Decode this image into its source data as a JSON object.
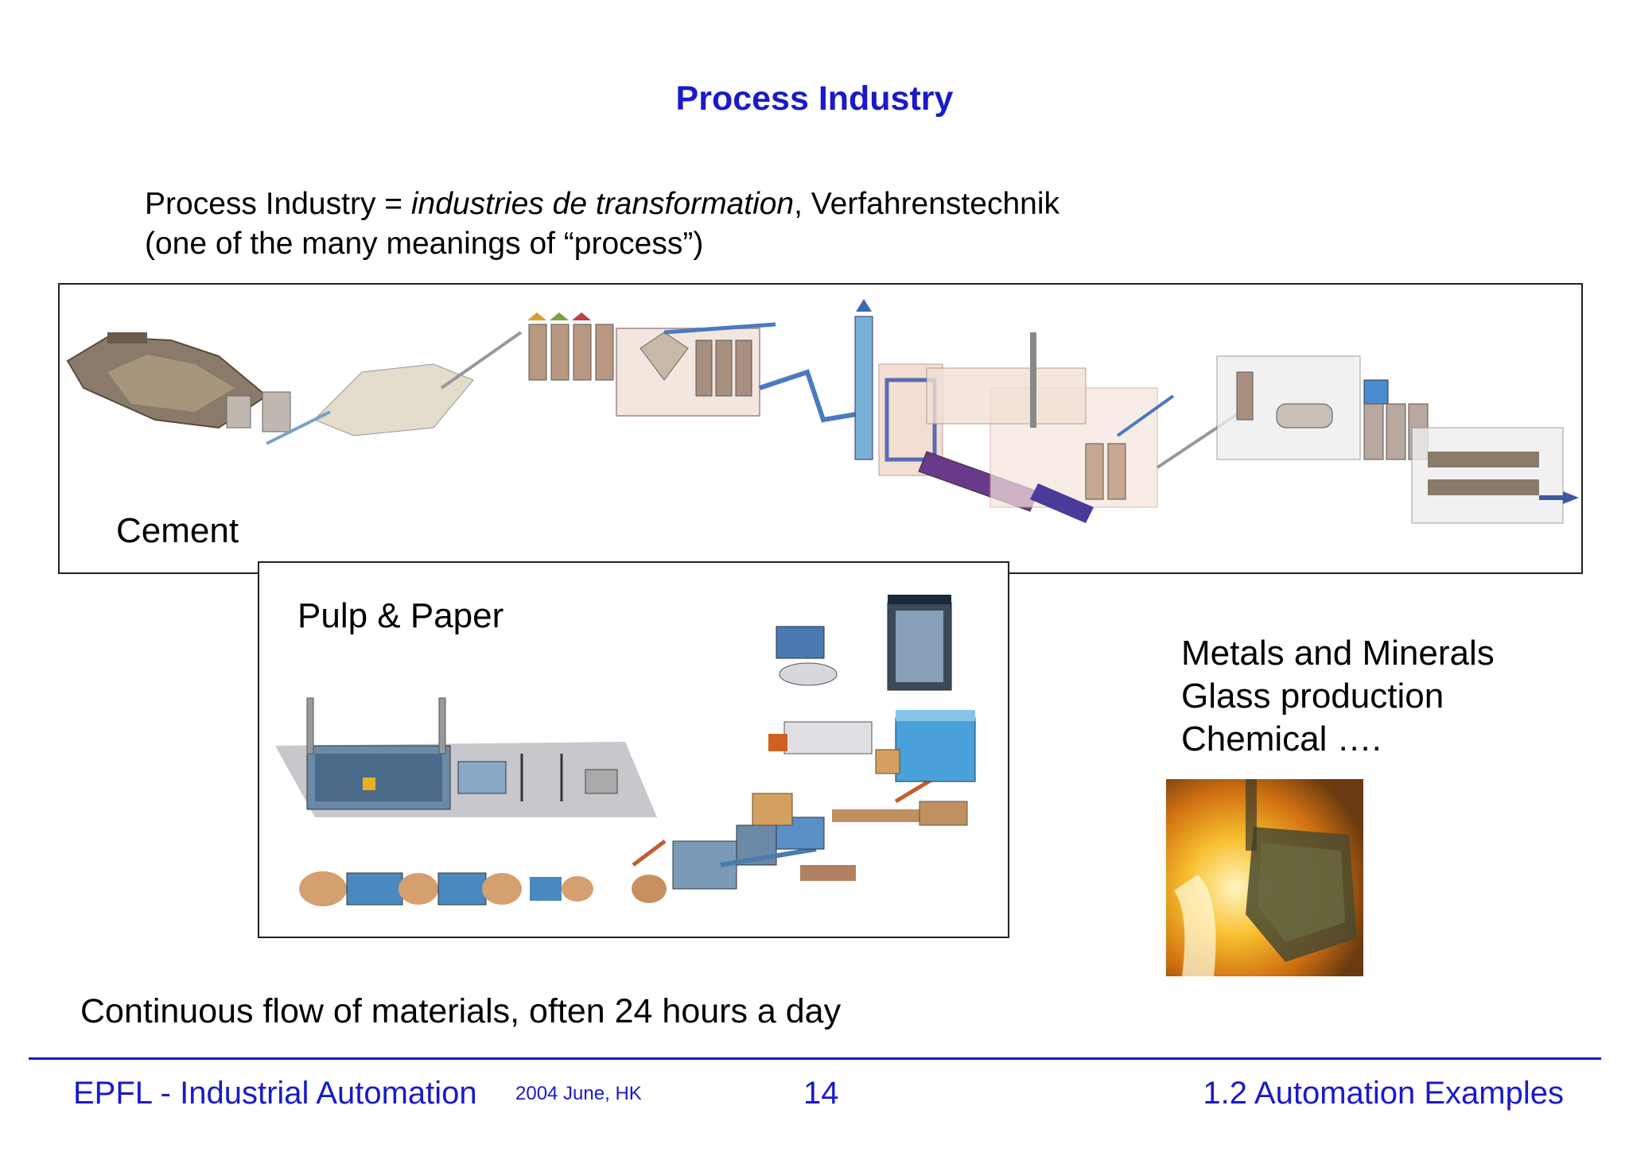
{
  "slide": {
    "title": "Process Industry",
    "intro_prefix": "Process Industry = ",
    "intro_italic": "industries de transformation",
    "intro_suffix": ", Verfahrenstechnik",
    "intro_line2": "(one of the many meanings of “process”)",
    "panels": {
      "cement_label": "Cement",
      "pulp_label": "Pulp & Paper"
    },
    "others": [
      "Metals and Minerals",
      "Glass production",
      "Chemical …."
    ],
    "flow_text": "Continuous flow of materials, often 24 hours a day"
  },
  "footer": {
    "left": "EPFL - Industrial Automation",
    "date": "2004 June, HK",
    "page": "14",
    "right": "1.2 Automation Examples"
  },
  "colors": {
    "title": "#1a1ac8",
    "footer": "#1a1ac8",
    "rule": "#1a1ac8"
  }
}
